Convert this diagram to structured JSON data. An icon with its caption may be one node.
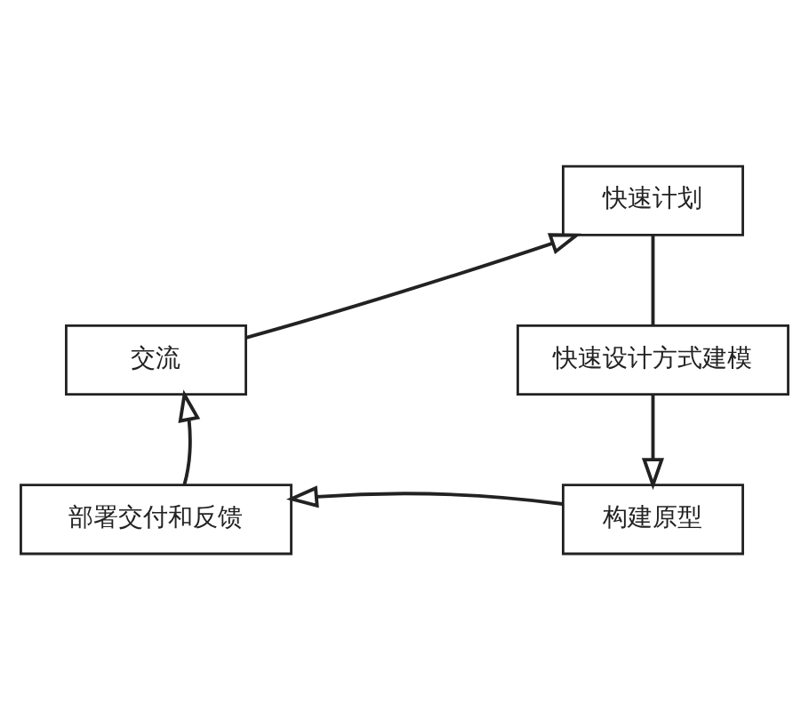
{
  "diagram": {
    "nodes": [
      {
        "text": [
          "交流"
        ]
      },
      {
        "text": [
          "快速计划"
        ]
      },
      {
        "text": [
          "快速设计方式建模"
        ]
      },
      {
        "text": [
          "构建原型"
        ]
      },
      {
        "text": [
          "部署交付和反馈"
        ]
      }
    ],
    "edges": [
      {
        "from": 0,
        "to": 1,
        "arrow": "to"
      },
      {
        "from": 1,
        "to": 2,
        "arrow": "none"
      },
      {
        "from": 2,
        "to": 3,
        "arrow": "to"
      },
      {
        "from": 3,
        "to": 4,
        "arrow": "to"
      },
      {
        "from": 4,
        "to": 0,
        "arrow": "to"
      }
    ]
  }
}
